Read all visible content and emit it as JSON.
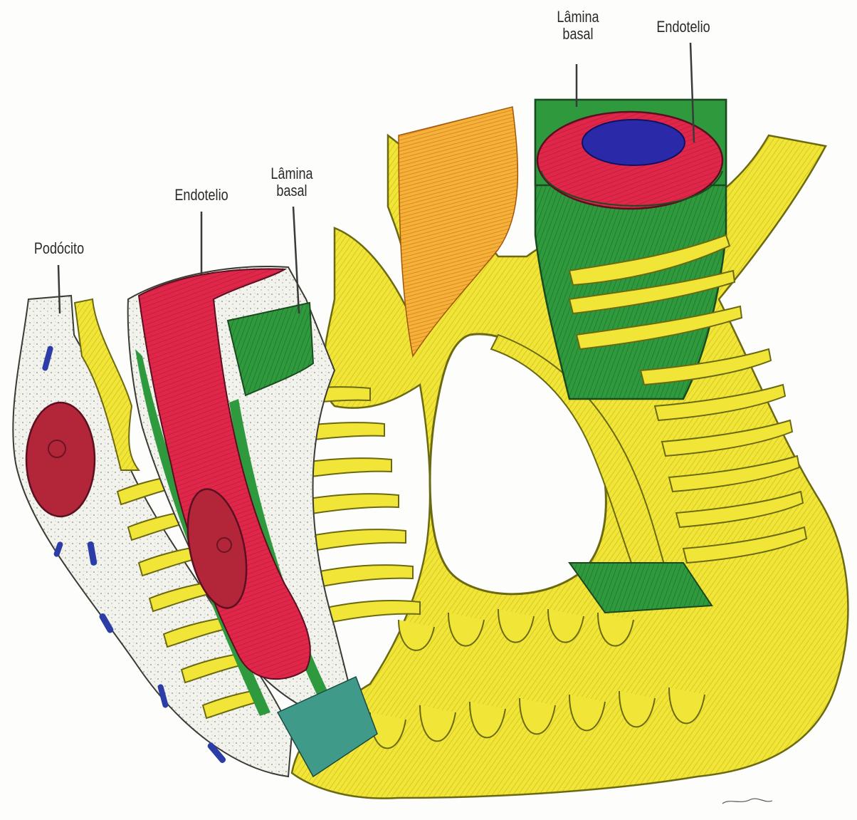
{
  "labels": {
    "podocito": "Podócito",
    "endotelio_left": "Endotelio",
    "lamina_left_line1": "Lâmina",
    "lamina_left_line2": "basal",
    "lamina_right_line1": "Lâmina",
    "lamina_right_line2": "basal",
    "endotelio_right": "Endotelio"
  },
  "colors": {
    "podocyte_foot": "#f2e63a",
    "podocyte_outline": "#6b6a12",
    "endothelium": "#e0244a",
    "basal_lamina": "#2e9a3c",
    "capillary_lumen": "#2a2aa8",
    "nucleus": "#b8283a",
    "cytoplasm": "#f1f1ec",
    "leader_line": "#3a3a3a"
  }
}
